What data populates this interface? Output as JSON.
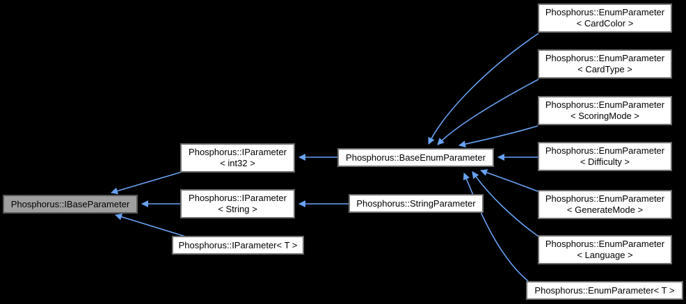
{
  "diagram": {
    "nodes": {
      "ibase": {
        "label": "Phosphorus::IBaseParameter"
      },
      "iparam_int32": {
        "line1": "Phosphorus::IParameter",
        "line2": "< int32 >"
      },
      "iparam_string": {
        "line1": "Phosphorus::IParameter",
        "line2": "< String >"
      },
      "iparam_t": {
        "label": "Phosphorus::IParameter< T >"
      },
      "base_enum": {
        "label": "Phosphorus::BaseEnumParameter"
      },
      "string_param": {
        "label": "Phosphorus::StringParameter"
      },
      "enum_cardcolor": {
        "line1": "Phosphorus::EnumParameter",
        "line2": "< CardColor >"
      },
      "enum_cardtype": {
        "line1": "Phosphorus::EnumParameter",
        "line2": "< CardType >"
      },
      "enum_scoringmode": {
        "line1": "Phosphorus::EnumParameter",
        "line2": "< ScoringMode >"
      },
      "enum_difficulty": {
        "line1": "Phosphorus::EnumParameter",
        "line2": "< Difficulty >"
      },
      "enum_generatemode": {
        "line1": "Phosphorus::EnumParameter",
        "line2": "< GenerateMode >"
      },
      "enum_language": {
        "line1": "Phosphorus::EnumParameter",
        "line2": "< Language >"
      },
      "enum_t": {
        "label": "Phosphorus::EnumParameter< T >"
      }
    },
    "colors": {
      "background": "#000000",
      "edge": "#69a2f3",
      "node_fill": "#ffffff",
      "node_border": "#6f6f6f",
      "highlight_fill": "#9f9f9f",
      "highlight_border": "#5a5a5a",
      "text": "#000000"
    }
  }
}
